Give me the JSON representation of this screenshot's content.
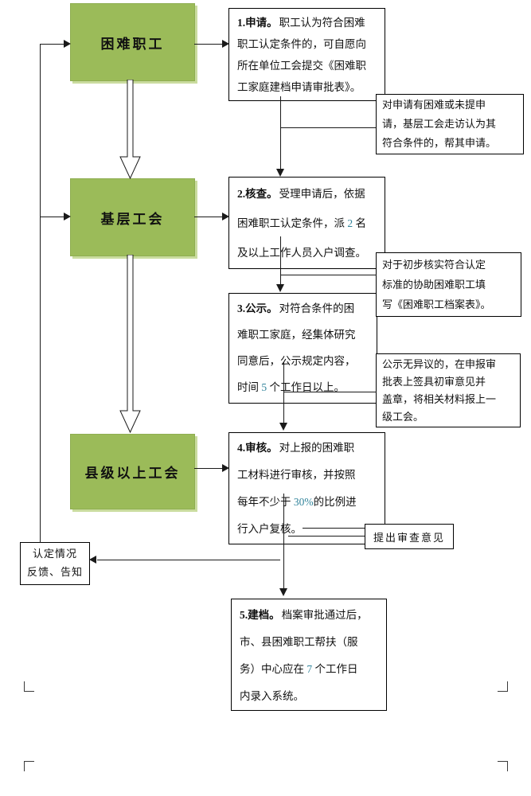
{
  "palette": {
    "green": "#9bbb59",
    "green_shadow": "#cadc9f",
    "line": "#1a1a1a",
    "number_color": "#31849b"
  },
  "green_boxes": [
    {
      "label": "困难职工"
    },
    {
      "label": "基层工会"
    },
    {
      "label": "县级以上工会"
    }
  ],
  "steps": [
    {
      "header": "1.申请。",
      "lines": [
        "职工认为符合困难",
        "职工认定条件的，可自愿向",
        "所在单位工会提交《困难职",
        "工家庭建档申请审批表》。"
      ]
    },
    {
      "header": "2.核查。",
      "lines": [
        "受理申请后，依据",
        "困难职工认定条件，派 2 名",
        "及以上工作人员入户调查。"
      ]
    },
    {
      "header": "3.公示。",
      "lines": [
        "对符合条件的困",
        "难职工家庭，经集体研究",
        "同意后，公示规定内容，",
        "时间 5 个工作日以上。"
      ]
    },
    {
      "header": "4.审核。",
      "lines": [
        "对上报的困难职",
        "工材料进行审核，并按照",
        "每年不少于 30%的比例进",
        "行入户复核。"
      ]
    },
    {
      "header": "5.建档。",
      "lines": [
        "档案审批通过后，",
        "市、县困难职工帮扶（服",
        "务）中心应在 7 个工作日",
        "内录入系统。"
      ]
    }
  ],
  "annotations": [
    {
      "lines": [
        "对申请有困难或未提申",
        "请，基层工会走访认为其",
        "符合条件的，帮其申请。"
      ]
    },
    {
      "lines": [
        "对于初步核实符合认定",
        "标准的协助困难职工填",
        "写《困难职工档案表》。"
      ]
    },
    {
      "lines": [
        "公示无异议的，在申报审",
        "批表上签具初审意见并",
        "盖章，将相关材料报上一",
        "级工会。"
      ]
    }
  ],
  "side_box": {
    "label": "提出审查意见"
  },
  "feedback_box": {
    "lines": [
      "认定情况",
      "反馈、告知"
    ]
  }
}
